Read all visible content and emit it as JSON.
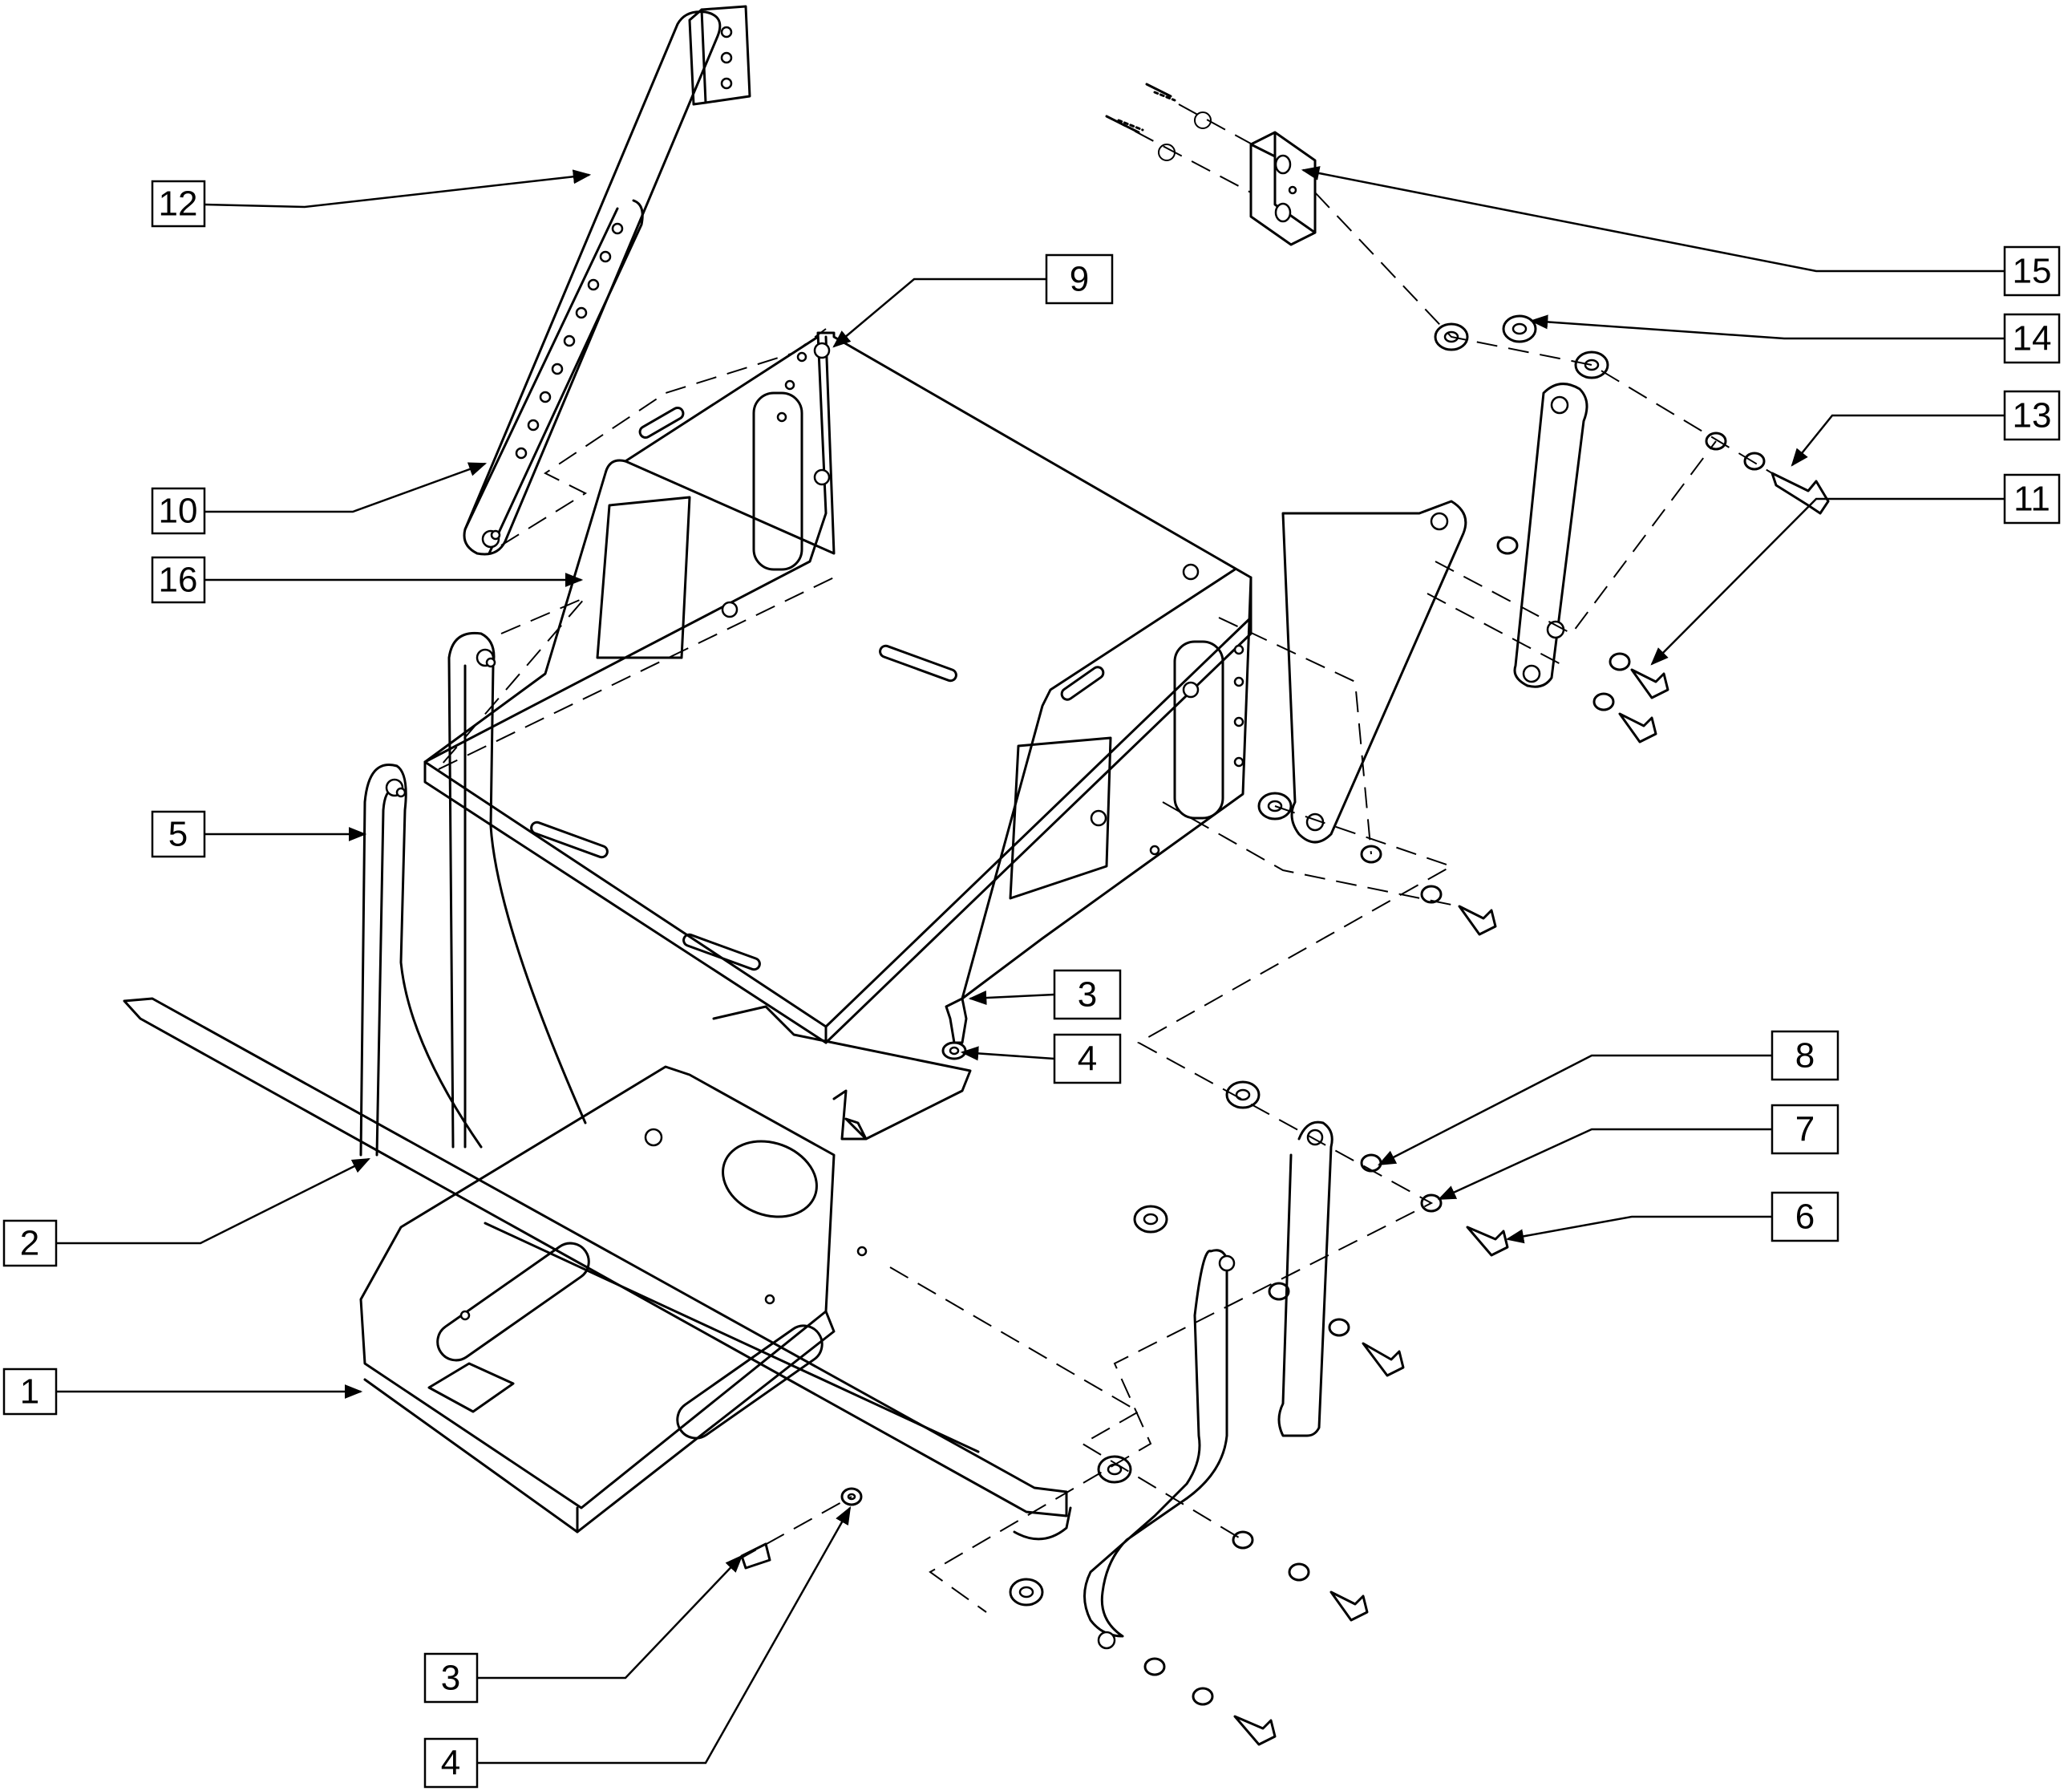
{
  "callouts": [
    {
      "id": "c12",
      "label": "12"
    },
    {
      "id": "c9",
      "label": "9"
    },
    {
      "id": "c10",
      "label": "10"
    },
    {
      "id": "c16",
      "label": "16"
    },
    {
      "id": "c5",
      "label": "5"
    },
    {
      "id": "c2",
      "label": "2"
    },
    {
      "id": "c1",
      "label": "1"
    },
    {
      "id": "c3a",
      "label": "3"
    },
    {
      "id": "c4a",
      "label": "4"
    },
    {
      "id": "c3b",
      "label": "3"
    },
    {
      "id": "c4b",
      "label": "4"
    },
    {
      "id": "c15",
      "label": "15"
    },
    {
      "id": "c14",
      "label": "14"
    },
    {
      "id": "c13",
      "label": "13"
    },
    {
      "id": "c11",
      "label": "11"
    },
    {
      "id": "c8",
      "label": "8"
    },
    {
      "id": "c7",
      "label": "7"
    },
    {
      "id": "c6",
      "label": "6"
    }
  ]
}
